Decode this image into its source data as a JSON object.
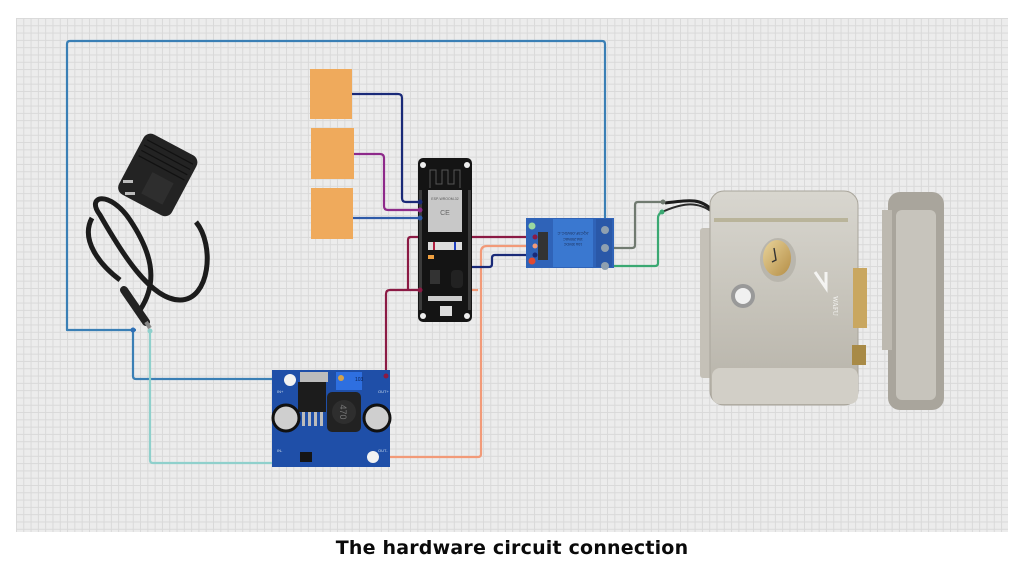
{
  "caption": "The hardware circuit connection",
  "components": {
    "power_adapter": {
      "label": "12V DC power adapter"
    },
    "buttons": [
      {
        "label": "Button 1",
        "color": "#efaa5c"
      },
      {
        "label": "Button 2",
        "color": "#efaa5c"
      },
      {
        "label": "Button 3",
        "color": "#efaa5c"
      }
    ],
    "esp32": {
      "label": "ESP32 DevKit",
      "module_text": "ESP-WROOM-32"
    },
    "relay": {
      "label": "1-Channel Relay Module",
      "text": "JQC3F-05VDC-C",
      "sub1": "10A 250VAC",
      "sub2": "10A 30VDC"
    },
    "buck_converter": {
      "label": "LM2596 Buck Converter",
      "inductor_text": "470",
      "pot_text": "103",
      "in_plus": "IN+",
      "in_minus": "IN-",
      "out_plus": "OUT+",
      "out_minus": "OUT-"
    },
    "door_lock": {
      "label": "Electric door lock",
      "brand": "WAFU"
    }
  },
  "wires": {
    "colors": {
      "power_blue": "#3a7fb5",
      "navy": "#1a2a78",
      "magenta": "#8e2a8a",
      "blue": "#2e5aa8",
      "maroon": "#8b1a44",
      "salmon": "#f29a78",
      "gray": "#707a70",
      "green": "#3aa872",
      "cyan": "#8fd0cc"
    }
  }
}
